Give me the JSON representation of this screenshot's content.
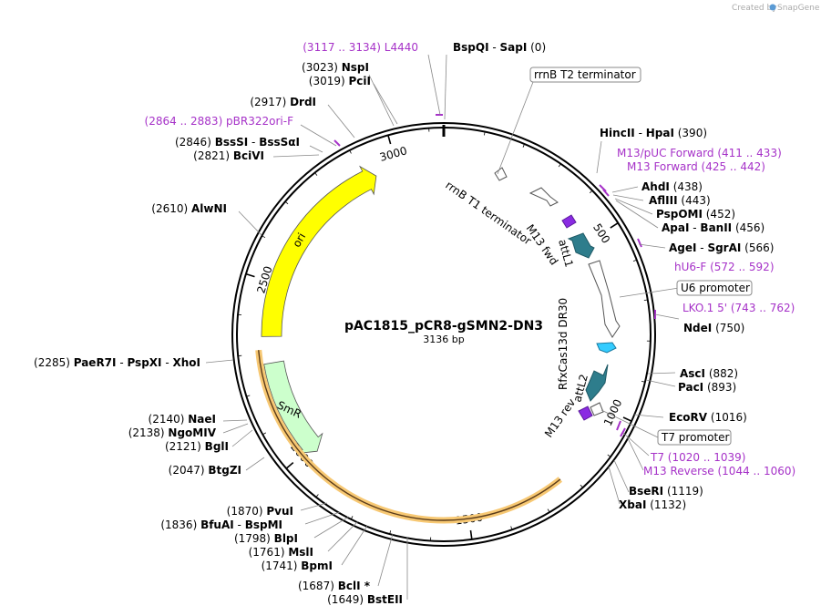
{
  "credit": {
    "created_by": "Created by",
    "brand": "SnapGene"
  },
  "plasmid": {
    "name": "pAC1815_pCR8-gSMN2-DN3",
    "length": "3136 bp",
    "total_bp": 3136
  },
  "colors": {
    "backbone": "#000000",
    "ori": "#ffff00",
    "smr": "#ccffcc",
    "att": "#2e7d8c",
    "primer": "#a632c8",
    "promoter_small": "#ffffff",
    "dr30": "#33ccff",
    "orange_highlight": "#f7c873"
  },
  "tick_labels": [
    {
      "text": "500",
      "bp": 500
    },
    {
      "text": "1000",
      "bp": 1000
    },
    {
      "text": "1500",
      "bp": 1500
    },
    {
      "text": "2000",
      "bp": 2000
    },
    {
      "text": "2500",
      "bp": 2500
    },
    {
      "text": "3000",
      "bp": 3000
    }
  ],
  "features": [
    {
      "name": "ori",
      "start": 2346,
      "end": 2935,
      "dir": 1,
      "color": "#ffff00",
      "show_label": true
    },
    {
      "name": "SmR",
      "start": 1980,
      "end": 2270,
      "dir": -1,
      "color": "#ccffcc",
      "show_label": true
    },
    {
      "name": "highlight",
      "start": 1230,
      "end": 2310,
      "dir": 0,
      "color": "#f7c873",
      "show_label": false
    }
  ],
  "inner_labels": [
    {
      "text": "rrnB T1 terminator"
    },
    {
      "text": "M13 fwd"
    },
    {
      "text": "attL1"
    },
    {
      "text": "RfxCas13d DR30"
    },
    {
      "text": "attL2"
    },
    {
      "text": "M13 rev"
    }
  ],
  "boxed_labels": [
    {
      "text": "rrnB T2 terminator"
    },
    {
      "text": "U6 promoter"
    },
    {
      "text": "T7 promoter"
    }
  ],
  "site_labels": [
    {
      "pos": "",
      "enzymes": [
        "BspQI",
        "SapI"
      ],
      "pos_right": "(0)",
      "bp": 0
    },
    {
      "pos": "(3023)",
      "enzymes": [
        "NspI"
      ],
      "pos_right": "",
      "bp": 3023
    },
    {
      "pos": "(3019)",
      "enzymes": [
        "PciI"
      ],
      "pos_right": "",
      "bp": 3019
    },
    {
      "pos": "(2917)",
      "enzymes": [
        "DrdI"
      ],
      "pos_right": "",
      "bp": 2917
    },
    {
      "pos": "(2846)",
      "enzymes": [
        "BssSI",
        "BssSαI"
      ],
      "pos_right": "",
      "bp": 2846
    },
    {
      "pos": "(2821)",
      "enzymes": [
        "BciVI"
      ],
      "pos_right": "",
      "bp": 2821
    },
    {
      "pos": "(2610)",
      "enzymes": [
        "AlwNI"
      ],
      "pos_right": "",
      "bp": 2610
    },
    {
      "pos": "(2285)",
      "enzymes": [
        "PaeR7I",
        "PspXI",
        "XhoI"
      ],
      "pos_right": "",
      "bp": 2285
    },
    {
      "pos": "(2140)",
      "enzymes": [
        "NaeI"
      ],
      "pos_right": "",
      "bp": 2140
    },
    {
      "pos": "(2138)",
      "enzymes": [
        "NgoMIV"
      ],
      "pos_right": "",
      "bp": 2138
    },
    {
      "pos": "(2121)",
      "enzymes": [
        "BglI"
      ],
      "pos_right": "",
      "bp": 2121
    },
    {
      "pos": "(2047)",
      "enzymes": [
        "BtgZI"
      ],
      "pos_right": "",
      "bp": 2047
    },
    {
      "pos": "(1870)",
      "enzymes": [
        "PvuI"
      ],
      "pos_right": "",
      "bp": 1870
    },
    {
      "pos": "(1836)",
      "enzymes": [
        "BfuAI",
        "BspMI"
      ],
      "pos_right": "",
      "bp": 1836
    },
    {
      "pos": "(1798)",
      "enzymes": [
        "BlpI"
      ],
      "pos_right": "",
      "bp": 1798
    },
    {
      "pos": "(1761)",
      "enzymes": [
        "MslI"
      ],
      "pos_right": "",
      "bp": 1761
    },
    {
      "pos": "(1741)",
      "enzymes": [
        "BpmI"
      ],
      "pos_right": "",
      "bp": 1741
    },
    {
      "pos": "(1687)",
      "enzymes": [
        "BclI *"
      ],
      "pos_right": "",
      "bp": 1687
    },
    {
      "pos": "(1649)",
      "enzymes": [
        "BstEII"
      ],
      "pos_right": "",
      "bp": 1649
    },
    {
      "pos": "",
      "enzymes": [
        "HincII",
        "HpaI"
      ],
      "pos_right": "(390)",
      "bp": 390
    },
    {
      "pos": "",
      "enzymes": [
        "AhdI"
      ],
      "pos_right": "(438)",
      "bp": 438
    },
    {
      "pos": "",
      "enzymes": [
        "AflIII"
      ],
      "pos_right": "(443)",
      "bp": 443
    },
    {
      "pos": "",
      "enzymes": [
        "PspOMI"
      ],
      "pos_right": "(452)",
      "bp": 452
    },
    {
      "pos": "",
      "enzymes": [
        "ApaI",
        "BanII"
      ],
      "pos_right": "(456)",
      "bp": 456
    },
    {
      "pos": "",
      "enzymes": [
        "AgeI",
        "SgrAI"
      ],
      "pos_right": "(566)",
      "bp": 566
    },
    {
      "pos": "",
      "enzymes": [
        "NdeI"
      ],
      "pos_right": "(750)",
      "bp": 750
    },
    {
      "pos": "",
      "enzymes": [
        "AscI"
      ],
      "pos_right": "(882)",
      "bp": 882
    },
    {
      "pos": "",
      "enzymes": [
        "PacI"
      ],
      "pos_right": "(893)",
      "bp": 893
    },
    {
      "pos": "",
      "enzymes": [
        "EcoRV"
      ],
      "pos_right": "(1016)",
      "bp": 1016
    },
    {
      "pos": "",
      "enzymes": [
        "BseRI"
      ],
      "pos_right": "(1119)",
      "bp": 1119
    },
    {
      "pos": "",
      "enzymes": [
        "XbaI"
      ],
      "pos_right": "(1132)",
      "bp": 1132
    }
  ],
  "primer_labels": [
    {
      "name": "L4440",
      "range": "(3117 .. 3134)",
      "bp": 3117
    },
    {
      "name": "pBR322ori-F",
      "range": "(2864 .. 2883)",
      "bp": 2864
    },
    {
      "name": "M13/pUC Forward",
      "range": "(411 .. 433)",
      "bp": 411
    },
    {
      "name": "M13 Forward",
      "range": "(425 .. 442)",
      "bp": 425
    },
    {
      "name": "hU6-F",
      "range": "(572 .. 592)",
      "bp": 572
    },
    {
      "name": "LKO.1 5'",
      "range": "(743 .. 762)",
      "bp": 743
    },
    {
      "name": "T7",
      "range": "(1020 .. 1039)",
      "bp": 1020
    },
    {
      "name": "M13 Reverse",
      "range": "(1044 .. 1060)",
      "bp": 1044
    }
  ]
}
